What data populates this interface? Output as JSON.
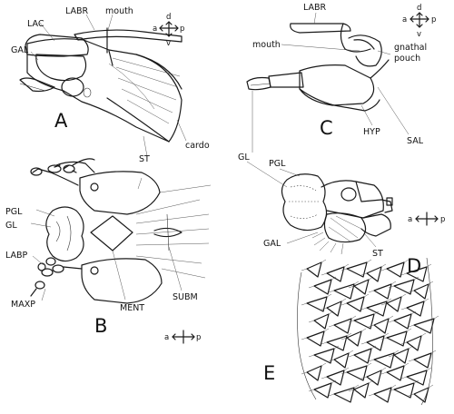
{
  "panels": {
    "A": {
      "letter": "A",
      "labels": {
        "labr": "LABR",
        "mouth": "mouth",
        "lac": "LAC",
        "gal": "GAL",
        "st": "ST",
        "cardo": "cardo"
      },
      "compass": {
        "d": "d",
        "a": "a",
        "p": "p",
        "v": "v"
      }
    },
    "B": {
      "letter": "B",
      "labels": {
        "pgl": "PGL",
        "gl": "GL",
        "labp": "LABP",
        "maxp": "MAXP",
        "ment": "MENT",
        "subm": "SUBM"
      },
      "compass": {
        "a": "a",
        "p": "p"
      }
    },
    "C": {
      "letter": "C",
      "labels": {
        "labr": "LABR",
        "mouth": "mouth",
        "gnathal_pouch_1": "gnathal",
        "gnathal_pouch_2": "pouch",
        "hyp": "HYP",
        "sal": "SAL"
      },
      "compass": {
        "d": "d",
        "a": "a",
        "p": "p",
        "v": "v"
      }
    },
    "D": {
      "letter": "D",
      "labels": {
        "gl": "GL",
        "pgl": "PGL",
        "gal": "GAL",
        "st": "ST"
      },
      "compass": {
        "a": "a",
        "p": "p"
      }
    },
    "E": {
      "letter": "E"
    }
  }
}
